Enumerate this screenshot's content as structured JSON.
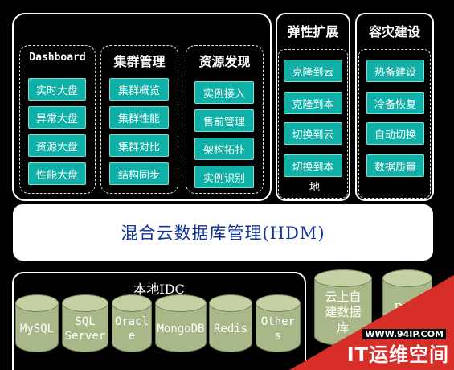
{
  "left_panel": {
    "groups": [
      {
        "title": "Dashboard",
        "items": [
          "实时大盘",
          "异常大盘",
          "资源大盘",
          "性能大盘"
        ]
      },
      {
        "title": "集群管理",
        "items": [
          "集群概览",
          "集群性能",
          "集群对比",
          "结构同步"
        ]
      },
      {
        "title": "资源发现",
        "items": [
          "实例接入",
          "售前管理",
          "架构拓扑",
          "实例识别"
        ]
      }
    ]
  },
  "elastic": {
    "title": "弹性扩展",
    "items": [
      "克隆到云",
      "克隆到本",
      "切换到云",
      "切换到本"
    ],
    "overflow_char": "地"
  },
  "disaster": {
    "title": "容灾建设",
    "items": [
      "热备建设",
      "冷备恢复",
      "自动切换",
      "数据质量"
    ]
  },
  "hdm": {
    "label": "混合云数据库管理(HDM)"
  },
  "local_idc": {
    "title": "本地IDC",
    "databases": [
      "MySQL",
      "SQL\nServer",
      "Oracl\ne",
      "MongoDB",
      "Redis",
      "Other\ns"
    ]
  },
  "cloud": {
    "self_built": "云上自\n建数据\n库",
    "rds": "RDS"
  },
  "watermark": {
    "url": "WWW.94IP.COM",
    "name": "IT运维空间",
    "color": "#d82e28"
  }
}
